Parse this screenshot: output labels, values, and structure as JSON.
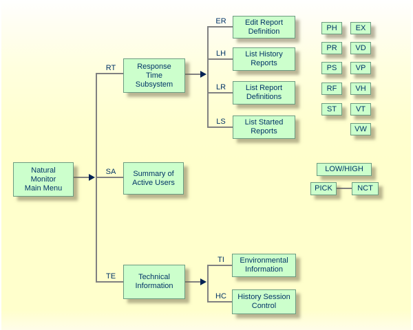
{
  "nodes": {
    "main_menu": {
      "label": "Natural\nMonitor\nMain Menu"
    },
    "rt": {
      "code": "RT",
      "label": "Response\nTime\nSubsystem"
    },
    "sa": {
      "code": "SA",
      "label": "Summary of\nActive Users"
    },
    "te": {
      "code": "TE",
      "label": "Technical\nInformation"
    },
    "er": {
      "code": "ER",
      "label": "Edit Report\nDefinition"
    },
    "lh": {
      "code": "LH",
      "label": "List History\nReports"
    },
    "lr": {
      "code": "LR",
      "label": "List Report\nDefinitions"
    },
    "ls": {
      "code": "LS",
      "label": "List Started\nReports"
    },
    "ti": {
      "code": "TI",
      "label": "Environmental\nInformation"
    },
    "hc": {
      "code": "HC",
      "label": "History Session\nControl"
    }
  },
  "commands": {
    "left": [
      "PH",
      "PR",
      "PS",
      "RF",
      "ST"
    ],
    "right": [
      "EX",
      "VD",
      "VP",
      "VH",
      "VT",
      "VW"
    ]
  },
  "extras": {
    "low_high": "LOW/HIGH",
    "pick": "PICK",
    "nct": "NCT"
  },
  "colors": {
    "box_fill": "#ccffcc",
    "box_border": "#6a9a80",
    "text": "#003366",
    "line": "#808080",
    "arrowhead": "#002255",
    "background_top": "#ffffff",
    "background_yellow": "#ffffcc"
  }
}
